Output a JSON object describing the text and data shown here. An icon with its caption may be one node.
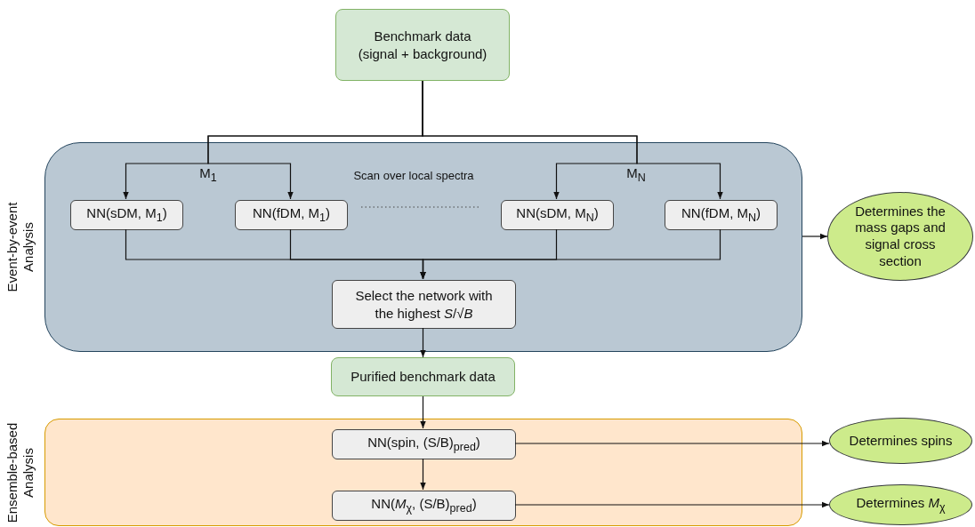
{
  "diagram": {
    "nodes": [
      {
        "text": [
          "Benchmark data (signal + background)"
        ]
      },
      {
        "text": [
          "Event-by-event Analysis"
        ]
      },
      {
        "text": [
          "NN(sDM, M$_{1}$)"
        ],
        "in": 1
      },
      {
        "text": [
          "NN(fDM, M$_{1}$)"
        ],
        "in": 1
      },
      {
        "text": [
          "NN(sDM, M$_{N}$)"
        ],
        "in": 1
      },
      {
        "text": [
          "NN(fDM, M$_{N}$)"
        ],
        "in": 1
      },
      {
        "text": [
          "Select the network with the highest *S*/√*B*"
        ],
        "in": 1
      },
      {
        "text": [
          "Determines the mass gaps and signal cross section"
        ]
      },
      {
        "text": [
          "Purified benchmark data"
        ]
      },
      {
        "text": [
          "Ensemble-based Analysis"
        ]
      },
      {
        "text": [
          "NN(spin, (S/B)$_{pred}$)"
        ],
        "in": 9
      },
      {
        "text": [
          "NN(*M*$_{χ}$, (S/B)$_{pred}$)"
        ],
        "in": 9
      },
      {
        "text": [
          "Determines spins"
        ]
      },
      {
        "text": [
          "Determines *M*$_{χ}$"
        ]
      }
    ],
    "edges": [
      {
        "from": 0,
        "to": 2,
        "arrow": "to"
      },
      {
        "from": 0,
        "to": 3,
        "arrow": "to"
      },
      {
        "from": 0,
        "to": 4,
        "arrow": "to"
      },
      {
        "from": 0,
        "to": 5,
        "arrow": "to"
      },
      {
        "from": 2,
        "to": 6,
        "arrow": "to"
      },
      {
        "from": 3,
        "to": 6,
        "arrow": "to"
      },
      {
        "from": 4,
        "to": 6,
        "arrow": "to"
      },
      {
        "from": 5,
        "to": 6,
        "arrow": "to"
      },
      {
        "from": 1,
        "to": 7,
        "arrow": "to"
      },
      {
        "from": 6,
        "to": 8,
        "arrow": "to"
      },
      {
        "from": 8,
        "to": 10,
        "arrow": "to"
      },
      {
        "from": 10,
        "to": 11,
        "arrow": "to"
      },
      {
        "from": 10,
        "to": 12,
        "arrow": "to"
      },
      {
        "from": 11,
        "to": 13,
        "arrow": "to"
      }
    ],
    "labels": [
      "M$_{1}$",
      "Scan over local spectra",
      "M$_{N}$"
    ]
  }
}
